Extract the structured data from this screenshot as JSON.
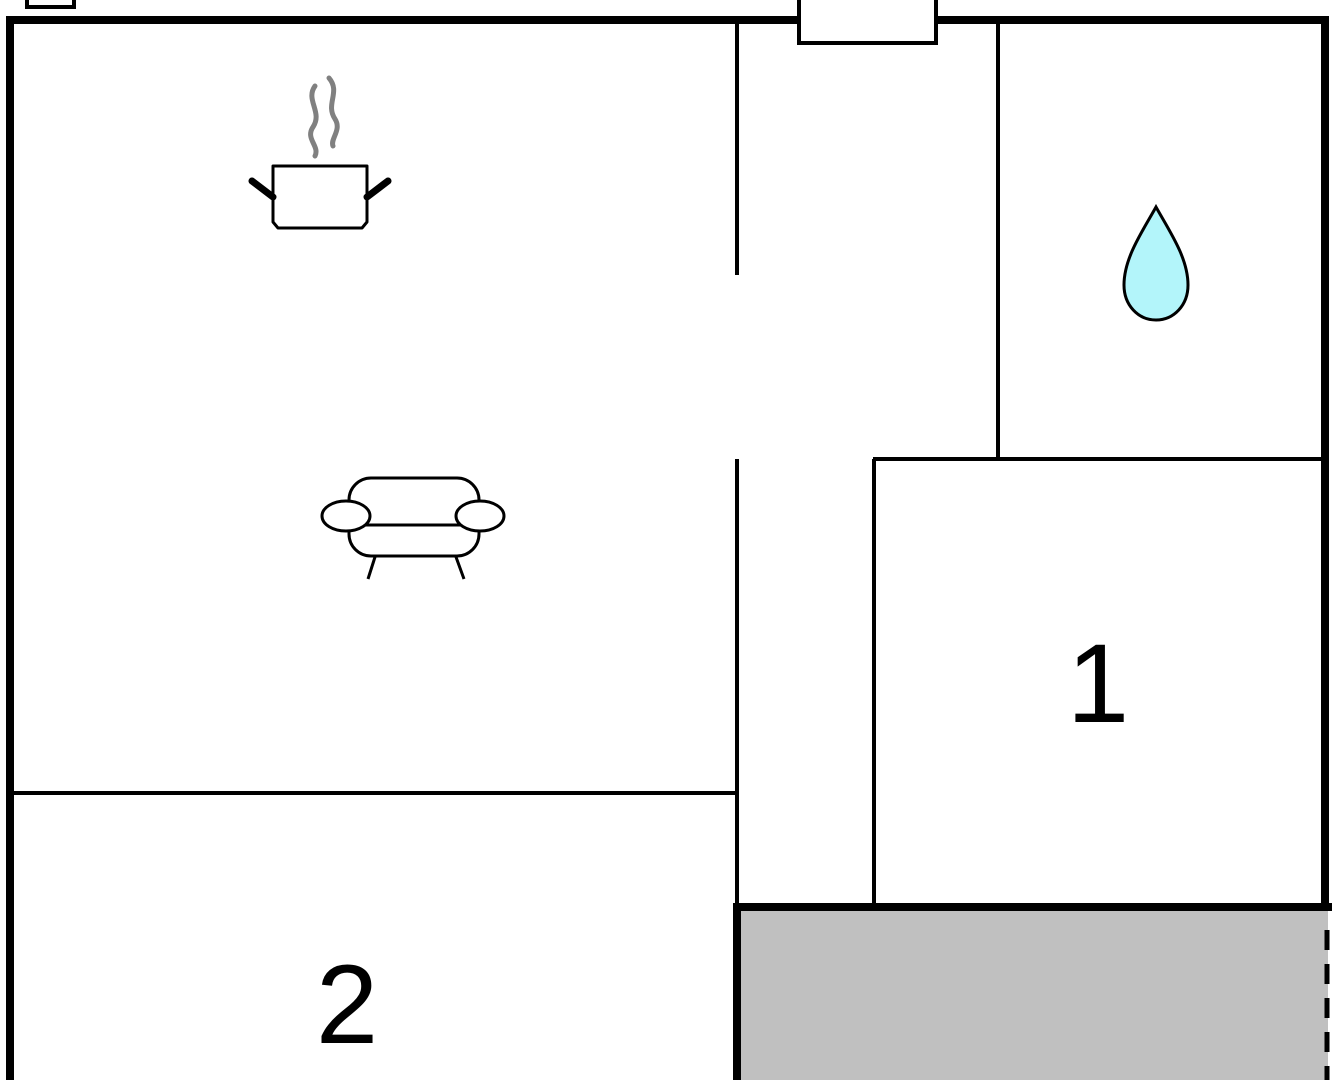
{
  "floor_plan": {
    "rooms": [
      {
        "id": "kitchen-living",
        "icons": [
          "cooking-pot-icon",
          "armchair-icon"
        ]
      },
      {
        "id": "bathroom",
        "icons": [
          "water-drop-icon"
        ]
      },
      {
        "id": "bedroom-1",
        "label": "1"
      },
      {
        "id": "bedroom-2",
        "label": "2"
      },
      {
        "id": "terrace",
        "shaded": true,
        "dashed_edge": "right"
      }
    ]
  },
  "colors": {
    "wall": "#000000",
    "background": "#ffffff",
    "terrace_fill": "#c0c0c0",
    "water_drop": "#b3f5fa",
    "steam": "#808080"
  }
}
